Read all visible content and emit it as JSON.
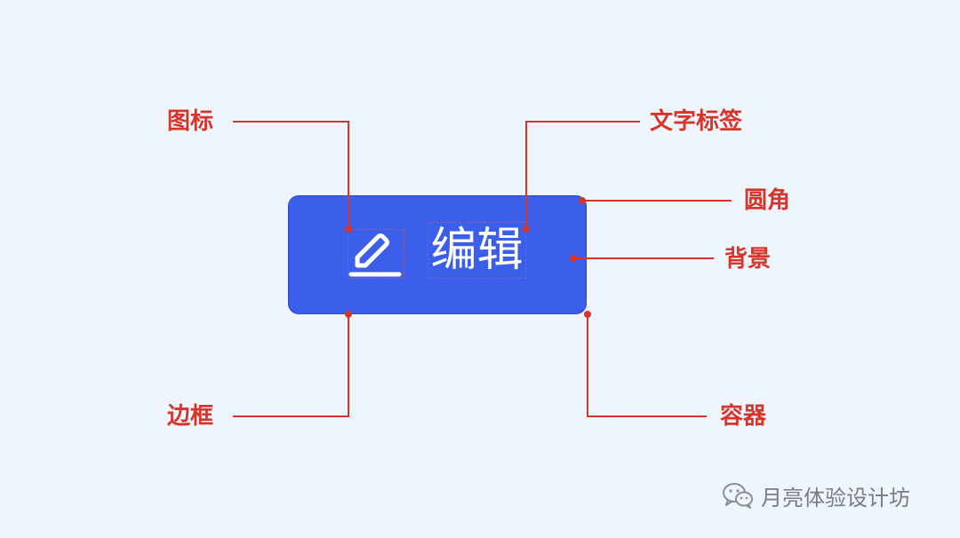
{
  "labels": {
    "icon": "图标",
    "text_label": "文字标签",
    "corner_radius": "圆角",
    "background": "背景",
    "border": "边框",
    "container": "容器"
  },
  "button": {
    "label": "编辑",
    "icon": "pencil-edit-icon"
  },
  "watermark": {
    "text": "月亮体验设计坊",
    "icon": "wechat-icon"
  },
  "colors": {
    "page_background": "#eff5fd",
    "button_background": "#3b5eeb",
    "annotation": "#d7352a",
    "button_text": "#ffffff"
  }
}
